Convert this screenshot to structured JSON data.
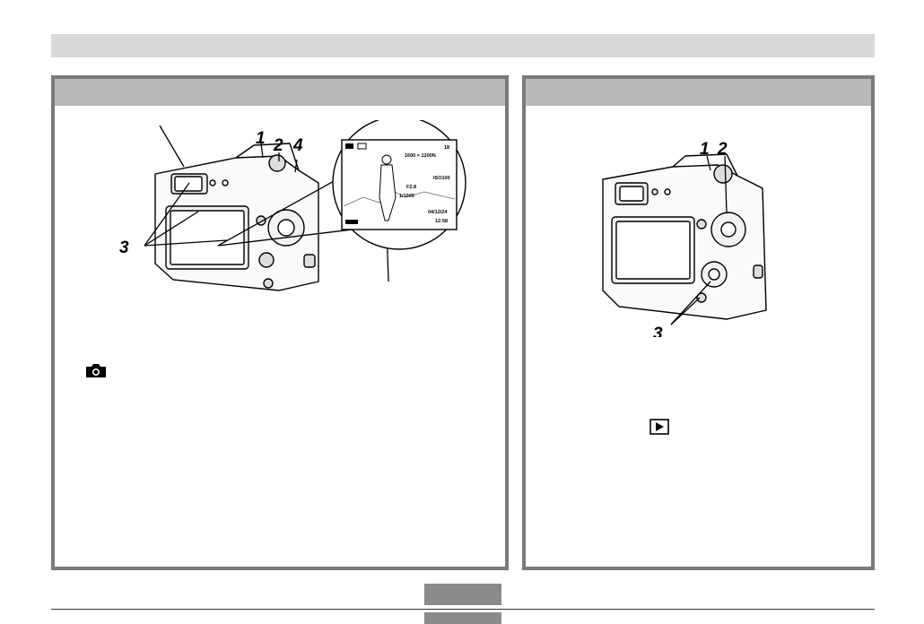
{
  "left_panel": {
    "callouts": [
      "1",
      "2",
      "4",
      "3"
    ],
    "lcd_readout": {
      "count": "18",
      "size": "1600 × 1200N",
      "iso": "ISO100",
      "aperture": "F2.8",
      "shutter": "1/1000",
      "date": "04/12/24",
      "time": "12:58"
    },
    "mode_icon": "camera-icon"
  },
  "right_panel": {
    "callouts": [
      "1",
      "2",
      "3"
    ],
    "mode_icon": "play-icon"
  },
  "colors": {
    "border": "#7a7a7a",
    "header": "#b8b8b8",
    "topbar": "#d8d8d8",
    "page_tab": "#8a8a8a"
  }
}
